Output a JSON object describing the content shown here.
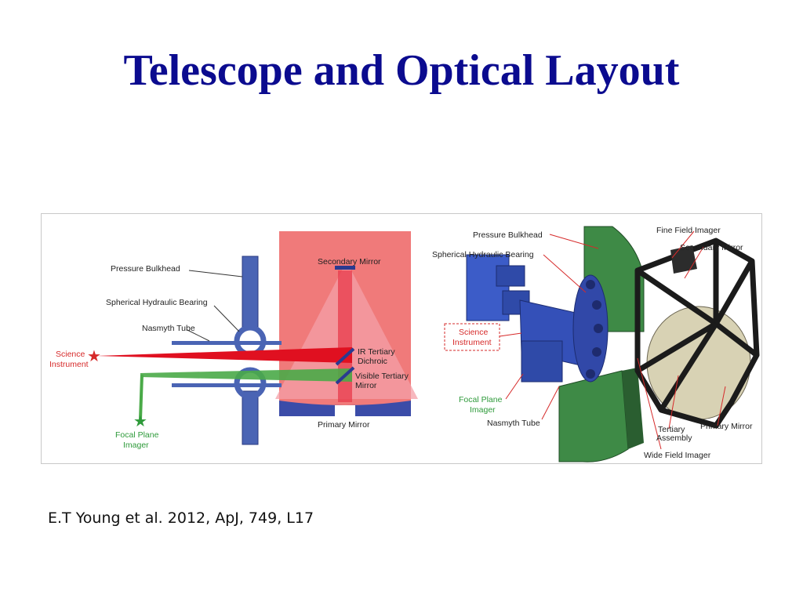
{
  "slide": {
    "title": "Telescope and Optical Layout",
    "citation": "E.T Young et al. 2012, ApJ, 749, L17"
  },
  "left_diagram": {
    "pressure_bulkhead": "Pressure Bulkhead",
    "spherical_hydraulic_bearing": "Spherical Hydraulic Bearing",
    "nasmyth_tube": "Nasmyth Tube",
    "science_instrument_line1": "Science",
    "science_instrument_line2": "Instrument",
    "focal_plane_line1": "Focal Plane",
    "focal_plane_line2": "Imager",
    "secondary_mirror": "Secondary Mirror",
    "ir_tertiary_line1": "IR Tertiary",
    "ir_tertiary_line2": "Dichroic",
    "visible_tertiary_line1": "Visible Tertiary",
    "visible_tertiary_line2": "Mirror",
    "primary_mirror": "Primary Mirror"
  },
  "right_diagram": {
    "pressure_bulkhead": "Pressure Bulkhead",
    "spherical_hydraulic_bearing": "Spherical Hydraulic Bearing",
    "fine_field_imager": "Fine Field Imager",
    "secondary_mirror": "Secondary Mirror",
    "science_instrument_line1": "Science",
    "science_instrument_line2": "Instrument",
    "focal_plane_line1": "Focal Plane",
    "focal_plane_line2": "Imager",
    "nasmyth_tube": "Nasmyth Tube",
    "tertiary_line1": "Tertiary",
    "tertiary_line2": "Assembly",
    "primary_mirror": "Primary Mirror",
    "wide_field_imager": "Wide Field Imager"
  },
  "colors": {
    "title": "#0b0b8f",
    "structure_blue": "#4a64b4",
    "telescope_red": "#f07070",
    "ir_beam": "#e01020",
    "visible_beam": "#4aaa48",
    "bulkhead_green": "#2f6e38"
  }
}
